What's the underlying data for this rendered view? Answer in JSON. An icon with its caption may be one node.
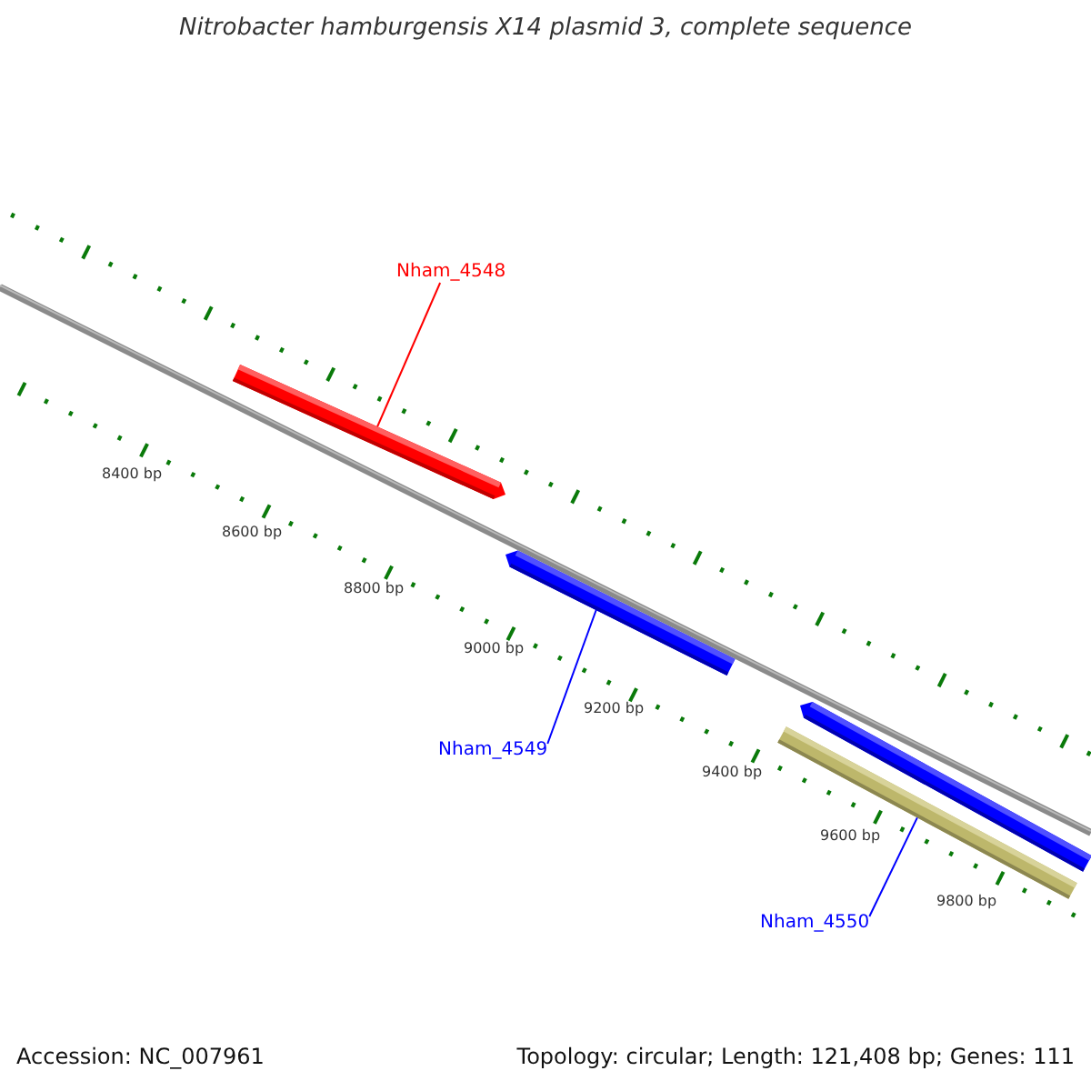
{
  "diagram": {
    "title": "Nitrobacter hamburgensis X14 plasmid 3, complete sequence",
    "nodes": [
      {
        "text": [
          "Nham_4548"
        ]
      },
      {
        "text": [
          "Nham_4549"
        ]
      },
      {
        "text": [
          "Nham_4550"
        ]
      },
      {
        "text": [],
        "shape": "bar"
      },
      {
        "text": [],
        "shape": "bar"
      },
      {
        "text": [],
        "shape": "bar"
      },
      {
        "text": [],
        "shape": "bar"
      }
    ],
    "edges": [
      {
        "from": 0,
        "to": 3,
        "arrow": "none",
        "color": "#ff0000"
      },
      {
        "from": 1,
        "to": 4,
        "arrow": "none",
        "color": "#0000ff"
      },
      {
        "from": 2,
        "to": 6,
        "arrow": "none",
        "color": "#0000ff"
      }
    ],
    "labels": [
      "8400 bp",
      "8600 bp",
      "8800 bp",
      "9000 bp",
      "9200 bp",
      "9400 bp",
      "9600 bp",
      "9800 bp",
      "Accession: NC_007961",
      "Topology: circular; Length: 121,408 bp; Genes: 111"
    ]
  }
}
